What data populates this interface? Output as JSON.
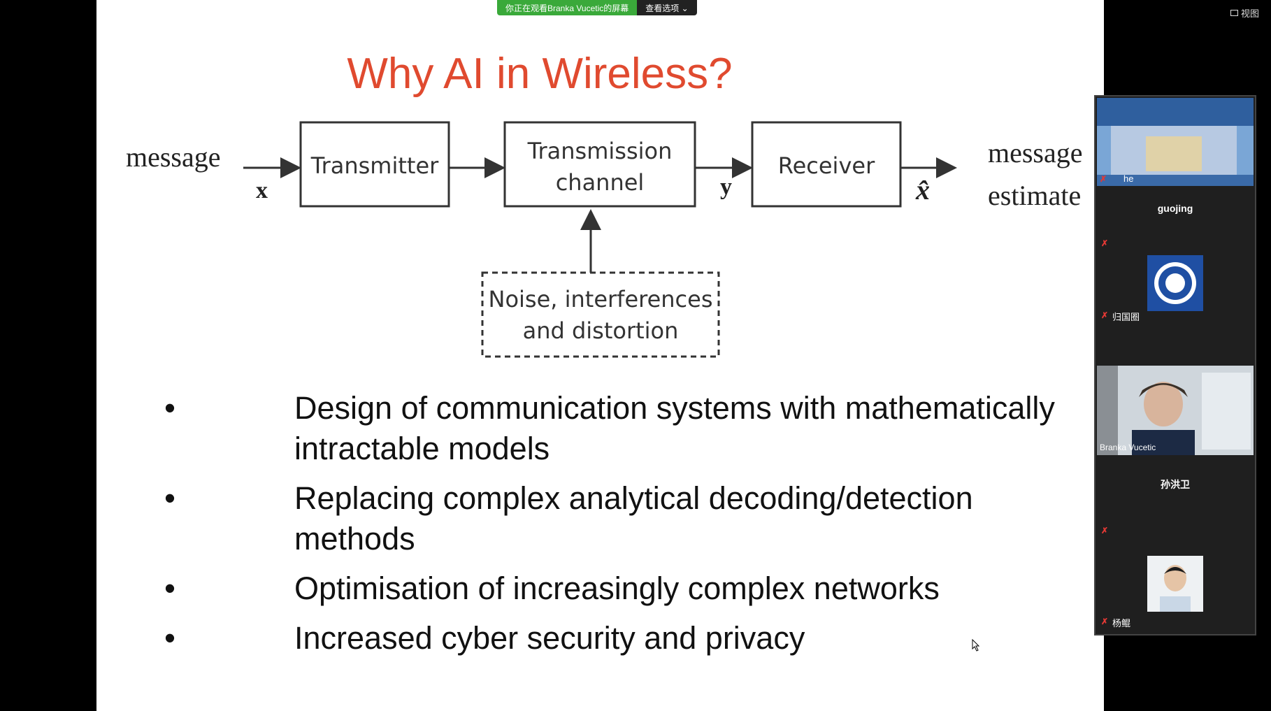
{
  "share_banner": {
    "label": "你正在观看Branka Vucetic的屏幕",
    "options": "查看选项 ⌄"
  },
  "view_toggle": {
    "label": "视图"
  },
  "slide": {
    "title": "Why AI in Wireless?",
    "diagram": {
      "input_label": "message",
      "input_symbol": "x",
      "transmitter": "Transmitter",
      "channel_line1": "Transmission",
      "channel_line2": "channel",
      "channel_symbol": "y",
      "receiver": "Receiver",
      "output_symbol": "x̂",
      "output_line1": "message",
      "output_line2": "estimate",
      "noise_line1": "Noise, interferences",
      "noise_line2": "and distortion"
    },
    "bullets": [
      {
        "dot": "•",
        "text": "Design of communication systems with mathematically intractable models"
      },
      {
        "dot": "•",
        "text": "Replacing complex analytical decoding/detection methods"
      },
      {
        "dot": "•",
        "text": "Optimisation of increasingly complex networks"
      },
      {
        "dot": "•",
        "text": "Increased cyber security and privacy"
      }
    ]
  },
  "participants": [
    {
      "name": "he",
      "kind": "video-screen",
      "muted": true
    },
    {
      "name": "guojing",
      "kind": "name-only",
      "muted": true
    },
    {
      "name": "归国圈",
      "kind": "avatar-logo",
      "muted": true
    },
    {
      "name": "Branka Vucetic",
      "kind": "video",
      "muted": false
    },
    {
      "name": "孙洪卫",
      "kind": "name-only",
      "muted": true
    },
    {
      "name": "杨鲲",
      "kind": "avatar-photo",
      "muted": true
    }
  ],
  "colors": {
    "title": "#e04a2f",
    "share_green": "#3aa93a",
    "panel_bg": "#1f1f1f",
    "muted_red": "#e53935"
  }
}
